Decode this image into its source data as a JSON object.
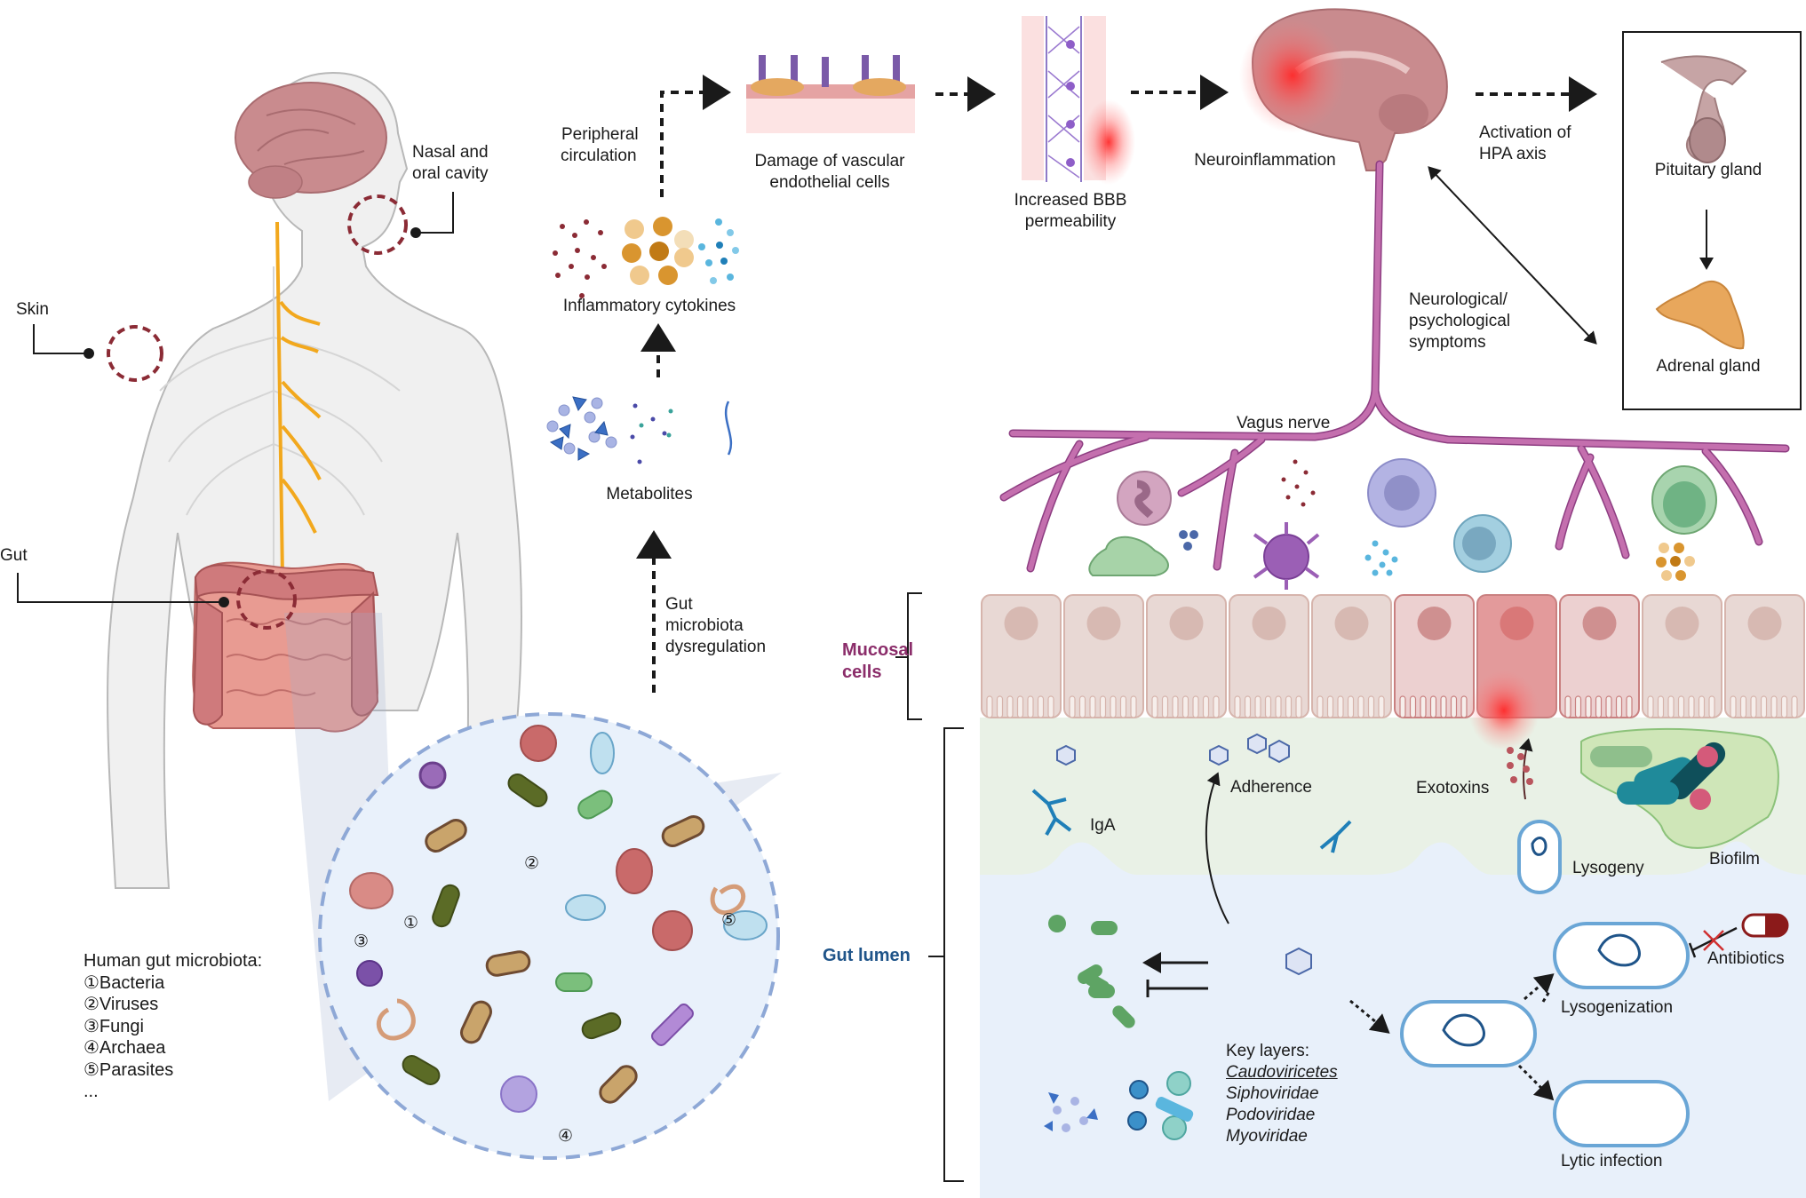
{
  "colors": {
    "brain": "#c98b8e",
    "nerve_yellow": "#f2a81d",
    "vagus": "#c46fae",
    "vagus_stroke": "#8e3e82",
    "mucosa_cell": "#e8d8d4",
    "mucosa_cell_inflamed": "#e39a9b",
    "mucus_layer": "#e9f1e6",
    "lumen": "#e8f0fa",
    "microbiota_circle": "#e9f1fb",
    "dashed_marker": "#8b2b35",
    "mucosal_label": "#8b2d6a",
    "lumen_label": "#1f5489",
    "inflammation_glow": "#ff3030"
  },
  "body_callouts": {
    "nasal_oral": "Nasal and\noral cavity",
    "nasal": "Nasal and",
    "oral": "oral cavity",
    "skin": "Skin",
    "gut": "Gut"
  },
  "legend": {
    "title": "Human gut microbiota:",
    "items": [
      "①Bacteria",
      "②Viruses",
      "③Fungi",
      "④Archaea",
      "⑤Parasites",
      "..."
    ]
  },
  "microbiota_markers": [
    "①",
    "②",
    "③",
    "④",
    "⑤"
  ],
  "pathway": {
    "peripheral_1": "Peripheral",
    "peripheral_2": "circulation",
    "vascular_1": "Damage of vascular",
    "vascular_2": "endothelial cells",
    "bbb_1": "Increased BBB",
    "bbb_2": "permeability",
    "neuroinflammation": "Neuroinflammation",
    "hpa_1": "Activation of",
    "hpa_2": "HPA axis",
    "pituitary": "Pituitary gland",
    "adrenal": "Adrenal gland",
    "symptoms_1": "Neurological/",
    "symptoms_2": "psychological",
    "symptoms_3": "symptoms",
    "cytokines": "Inflammatory cytokines",
    "metabolites": "Metabolites",
    "dysreg_1": "Gut",
    "dysreg_2": "microbiota",
    "dysreg_3": "dysregulation",
    "vagus": "Vagus nerve"
  },
  "gut_panel": {
    "mucosal_1": "Mucosal",
    "mucosal_2": "cells",
    "lumen": "Gut lumen",
    "iga": "IgA",
    "adherence": "Adherence",
    "exotoxins": "Exotoxins",
    "lysogeny": "Lysogeny",
    "biofilm": "Biofilm",
    "antibiotics": "Antibiotics",
    "lysogenization": "Lysogenization",
    "lytic": "Lytic infection",
    "key_layers_title": "Key layers:",
    "key_layers": [
      "Caudoviricetes",
      "Siphoviridae",
      "Podoviridae",
      "Myoviridae"
    ]
  }
}
